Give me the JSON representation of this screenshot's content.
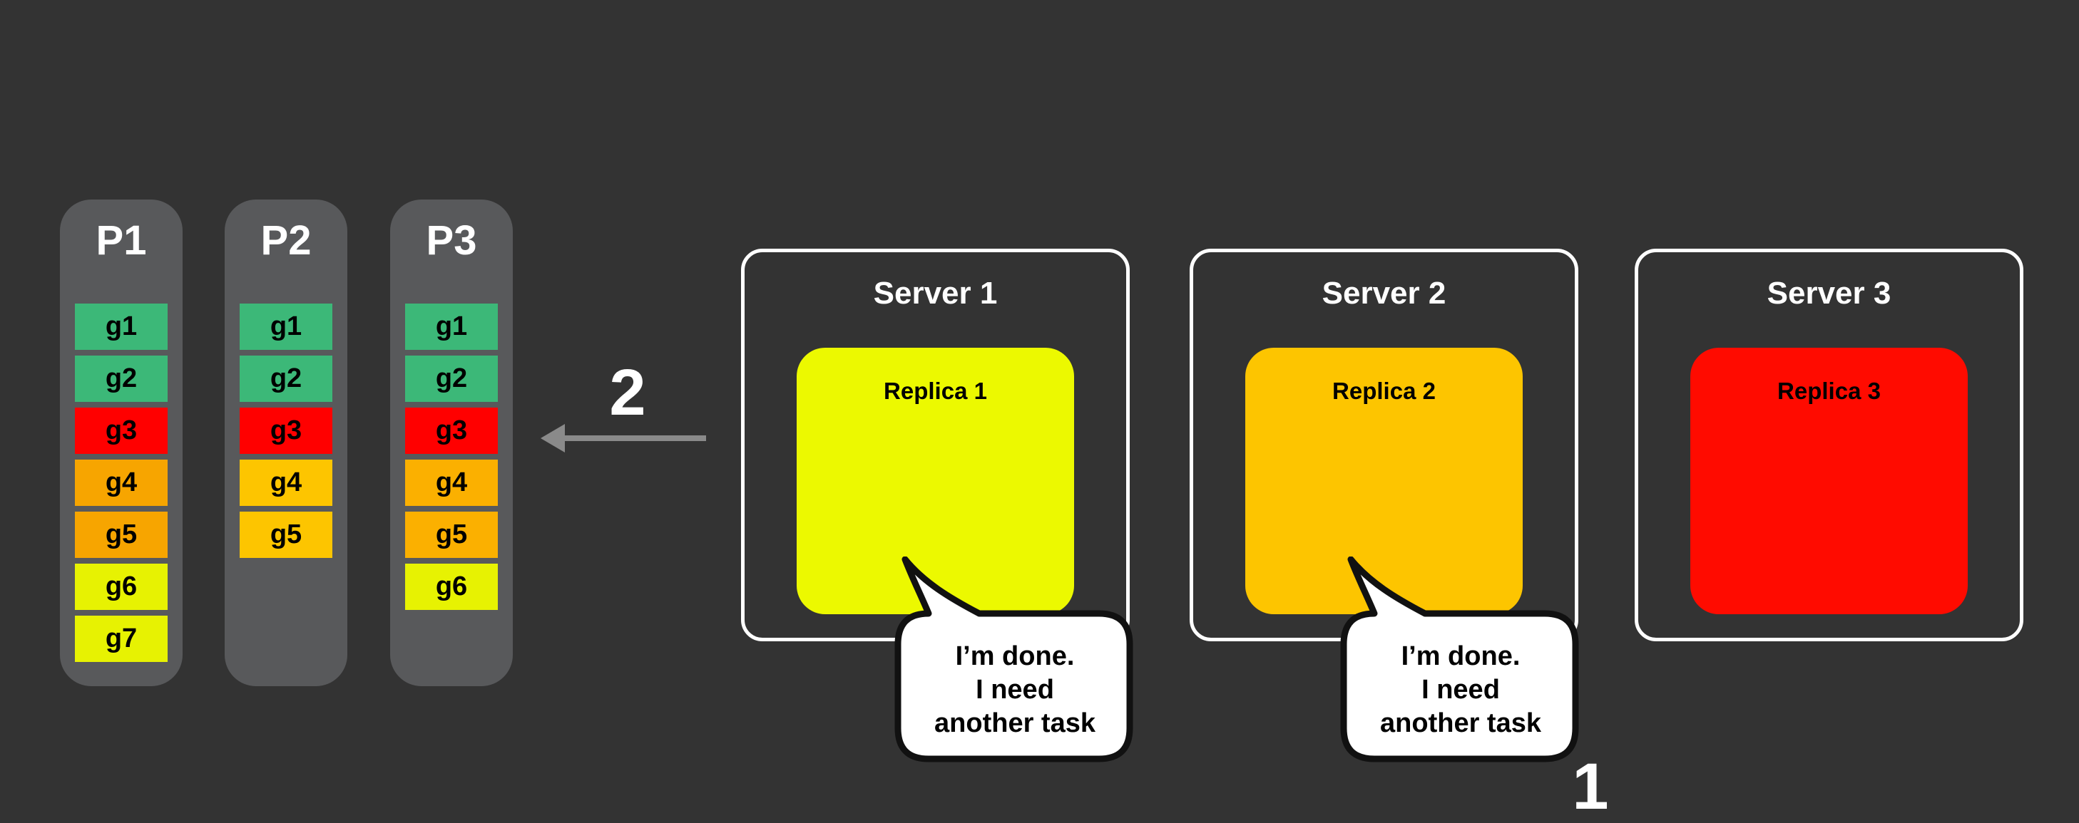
{
  "background_color": "#333333",
  "arrow_color": "#8A8A8A",
  "partitions": [
    {
      "title": "P1",
      "box_color": "#58595B",
      "tasks": [
        {
          "label": "g1",
          "color": "#3CB878"
        },
        {
          "label": "g2",
          "color": "#3CB878"
        },
        {
          "label": "g3",
          "color": "#FF0000"
        },
        {
          "label": "g4",
          "color": "#F7A500"
        },
        {
          "label": "g5",
          "color": "#F7A500"
        },
        {
          "label": "g6",
          "color": "#E7F202"
        },
        {
          "label": "g7",
          "color": "#E7F202"
        }
      ]
    },
    {
      "title": "P2",
      "box_color": "#58595B",
      "tasks": [
        {
          "label": "g1",
          "color": "#3CB878"
        },
        {
          "label": "g2",
          "color": "#3CB878"
        },
        {
          "label": "g3",
          "color": "#FF0000"
        },
        {
          "label": "g4",
          "color": "#FDC500"
        },
        {
          "label": "g5",
          "color": "#FDC500"
        }
      ]
    },
    {
      "title": "P3",
      "box_color": "#58595B",
      "tasks": [
        {
          "label": "g1",
          "color": "#3CB878"
        },
        {
          "label": "g2",
          "color": "#3CB878"
        },
        {
          "label": "g3",
          "color": "#FF0000"
        },
        {
          "label": "g4",
          "color": "#FBB000"
        },
        {
          "label": "g5",
          "color": "#FBB000"
        },
        {
          "label": "g6",
          "color": "#E7F202"
        }
      ]
    }
  ],
  "servers": [
    {
      "title": "Server 1",
      "replica": {
        "label": "Replica 1",
        "color": "#ECF900"
      },
      "speech_bubble": {
        "lines": [
          "I’m done.",
          "I need",
          "another task"
        ]
      }
    },
    {
      "title": "Server 2",
      "replica": {
        "label": "Replica 2",
        "color": "#FDC500"
      },
      "speech_bubble": {
        "lines": [
          "I’m done.",
          "I need",
          "another task"
        ]
      }
    },
    {
      "title": "Server 3",
      "replica": {
        "label": "Replica 3",
        "color": "#FF0B00"
      },
      "speech_bubble": null
    }
  ],
  "annotations": {
    "arrow_step_label": "2",
    "bottom_step_label": "1"
  }
}
